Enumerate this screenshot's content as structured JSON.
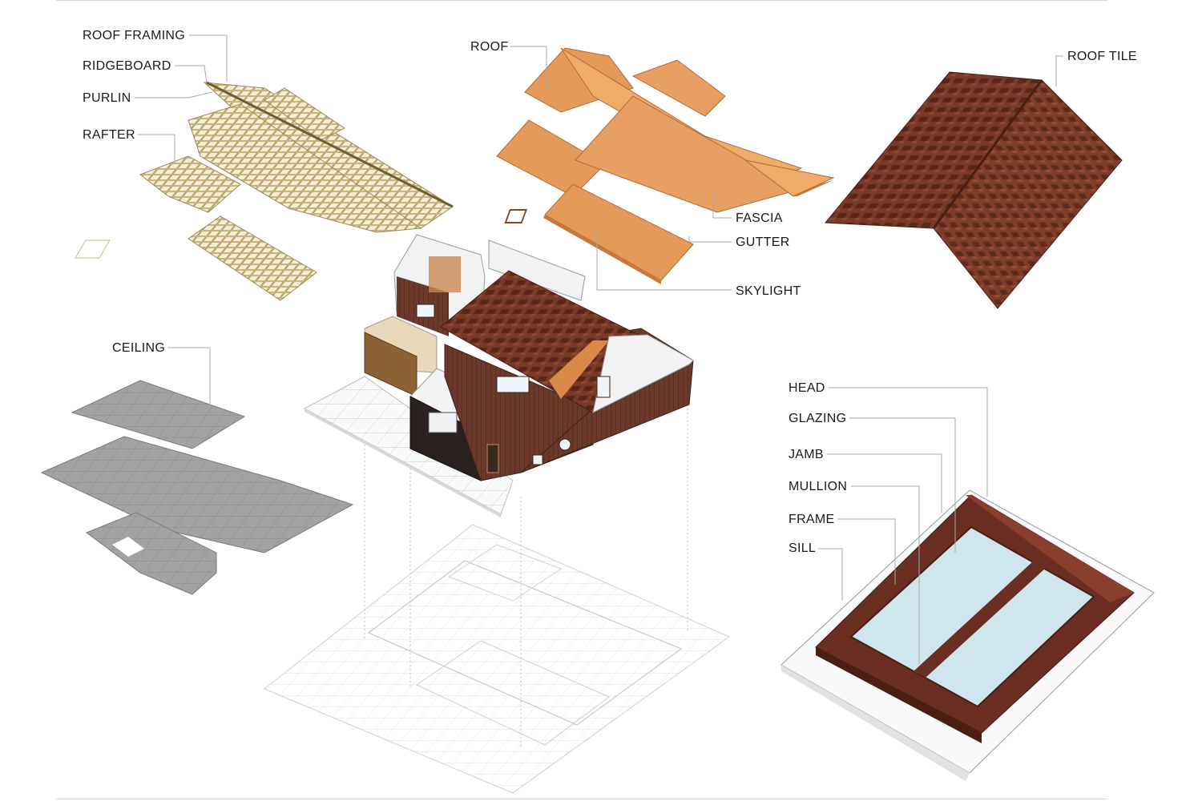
{
  "labels": {
    "roof_framing": "ROOF FRAMING",
    "ridgeboard": "RIDGEBOARD",
    "purlin": "PURLIN",
    "rafter": "RAFTER",
    "roof": "ROOF",
    "roof_tile": "ROOF TILE",
    "fascia": "FASCIA",
    "gutter": "GUTTER",
    "skylight": "SKYLIGHT",
    "ceiling": "CEILING",
    "head": "HEAD",
    "glazing": "GLAZING",
    "jamb": "JAMB",
    "mullion": "MULLION",
    "frame": "FRAME",
    "sill": "SILL"
  },
  "colors": {
    "framing_wood": "#b9a46a",
    "roof_orange": "#e59a5a",
    "roof_orange_side": "#c9793e",
    "tile_brown": "#7a3a28",
    "tile_dark": "#5a2618",
    "wall_brown": "#6b3a2a",
    "ceiling_grey": "#9a9a9a",
    "glass": "#cfe6ef",
    "frame_brown": "#6a2e22",
    "leader_grey": "#a8a8a8"
  }
}
